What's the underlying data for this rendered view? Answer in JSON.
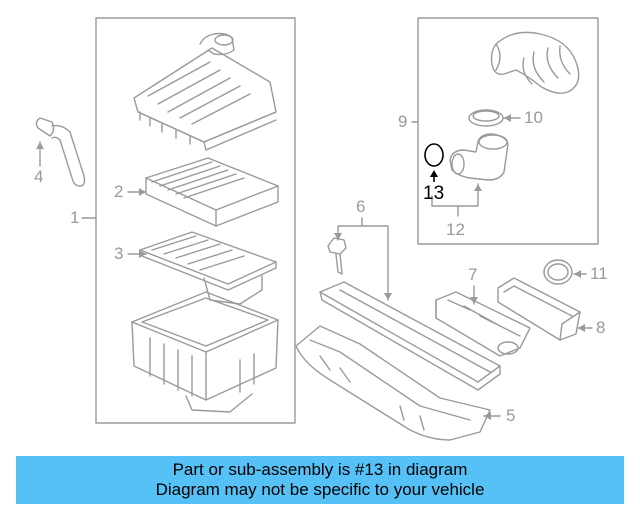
{
  "callouts": {
    "c1": "1",
    "c2": "2",
    "c3": "3",
    "c4": "4",
    "c5": "5",
    "c6": "6",
    "c7": "7",
    "c8": "8",
    "c9": "9",
    "c10": "10",
    "c11": "11",
    "c12": "12",
    "c13": "13"
  },
  "highlight": {
    "callout": "13",
    "color": "#000000"
  },
  "colors": {
    "line": "#9a9a9a",
    "banner": "#56c1f6",
    "banner_text": "#000000"
  },
  "banner": {
    "line1": "Part or sub-assembly is #13 in diagram",
    "line2": "Diagram may not be specific to your vehicle"
  }
}
